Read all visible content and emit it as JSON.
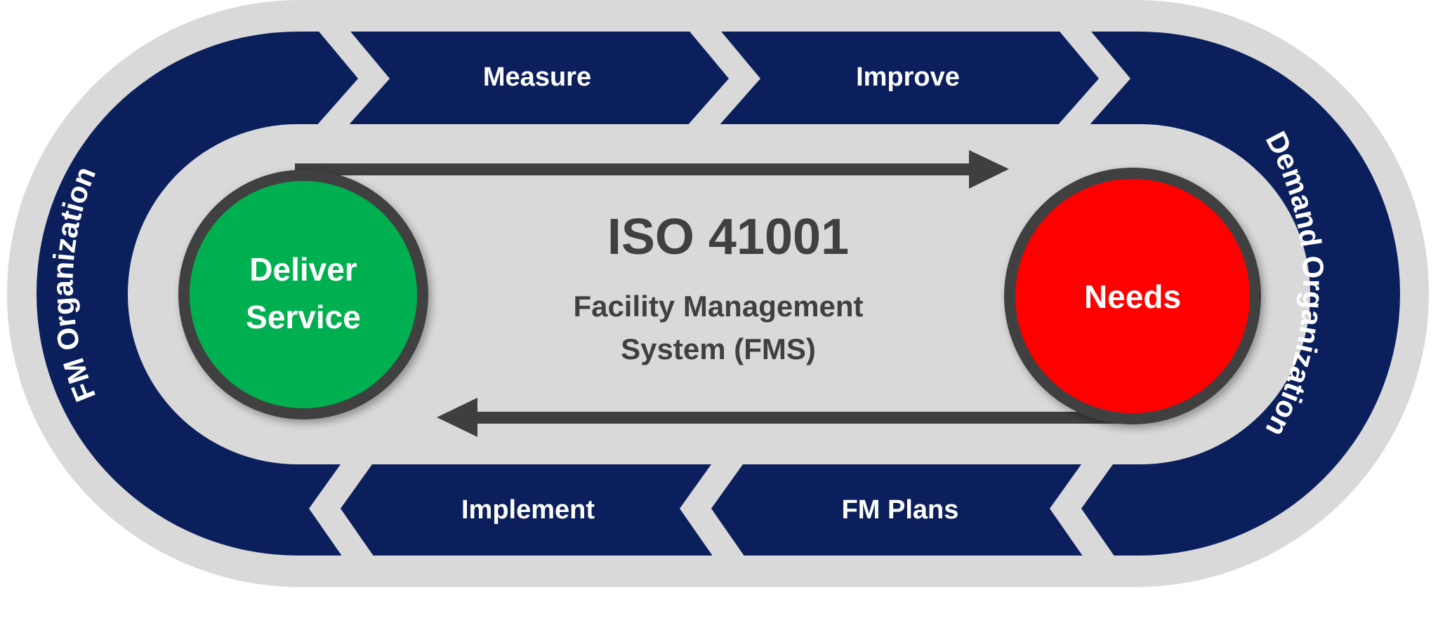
{
  "center": {
    "title": "ISO 41001",
    "subtitle_line1": "Facility Management",
    "subtitle_line2": "System (FMS)"
  },
  "circles": {
    "deliver_line1": "Deliver",
    "deliver_line2": "Service",
    "needs": "Needs"
  },
  "top_steps": {
    "measure": "Measure",
    "improve": "Improve"
  },
  "bottom_steps": {
    "implement": "Implement",
    "fm_plans": "FM Plans"
  },
  "side_labels": {
    "left": "FM Organization",
    "right": "Demand Organization"
  },
  "colors": {
    "navy": "#0b1f5c",
    "ring_gray": "#d9d9d9",
    "arrow_dark": "#3f3f3f",
    "deliver_green": "#00b050",
    "needs_red": "#ff0000"
  }
}
